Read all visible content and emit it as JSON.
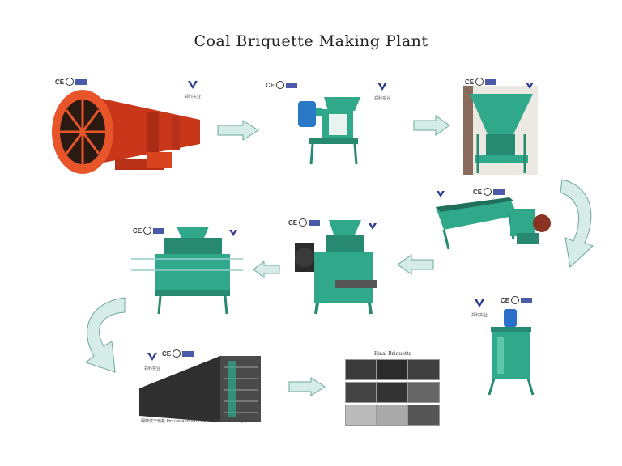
{
  "title": "Coal Briquette Making Plant",
  "cert_label": "CE",
  "logo_text": "郑科实业",
  "stages": [
    {
      "name": "rotary-dryer",
      "label": ""
    },
    {
      "name": "crusher",
      "label": ""
    },
    {
      "name": "bin-feeder",
      "label": ""
    },
    {
      "name": "screw-mixer",
      "label": ""
    },
    {
      "name": "vertical-mixer",
      "label": ""
    },
    {
      "name": "briquette-press",
      "label": ""
    },
    {
      "name": "briquette-press-large",
      "label": ""
    },
    {
      "name": "mesh-belt-dryer",
      "label": ""
    }
  ],
  "dryer_caption": "网带式干燥机  Picture and structure of Mesh-belt dryer",
  "briquettes_title": "Final Briquette",
  "colors": {
    "dryer": "#d9441f",
    "machine": "#2fa98a",
    "arrow_fill": "#d6ece8",
    "arrow_stroke": "#6fa7a0"
  }
}
